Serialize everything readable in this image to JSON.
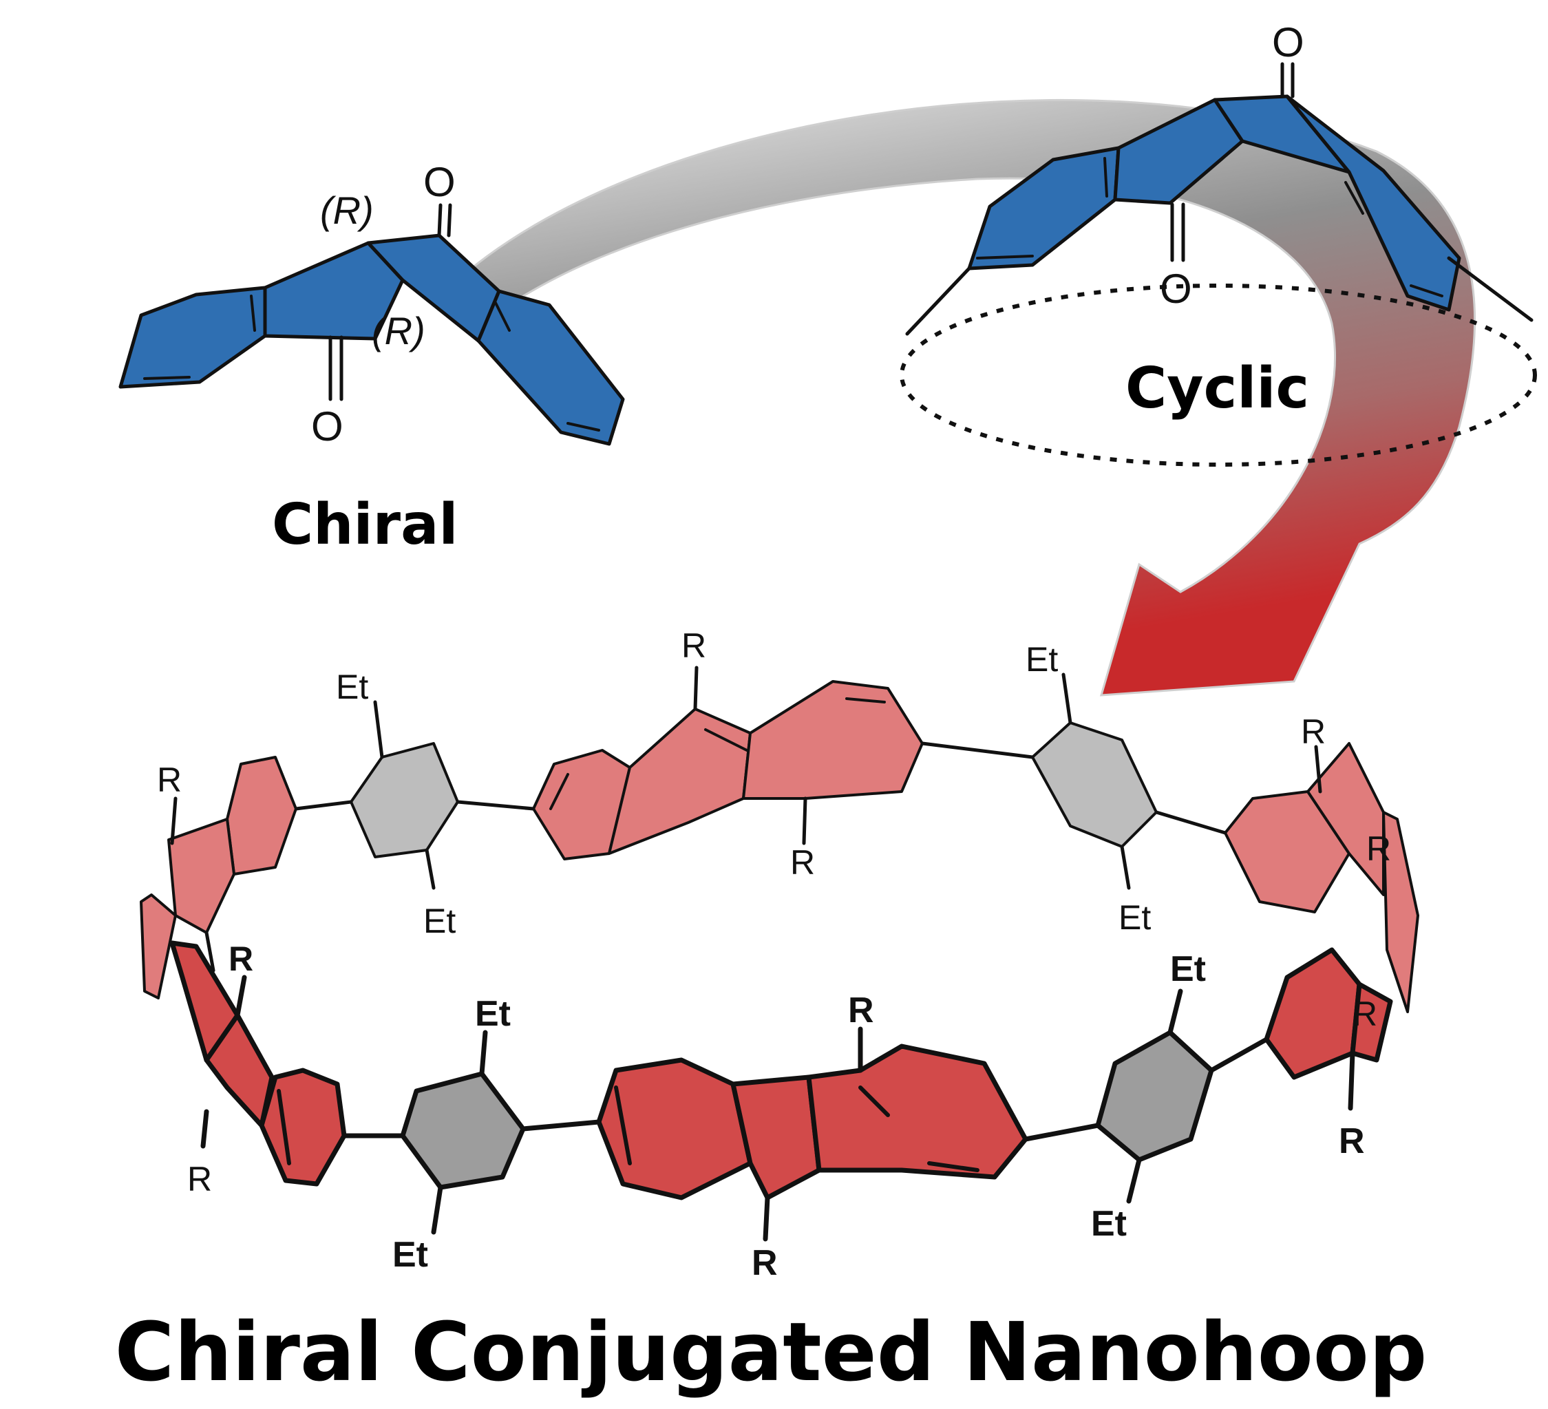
{
  "labels": {
    "chiral": "Chiral",
    "cyclic": "Cyclic",
    "title": "Chiral Conjugated Nanohoop",
    "stereo_1": "(R)",
    "stereo_2": "(R)",
    "oxygen": "O",
    "r_group": "R",
    "ethyl": "Et"
  },
  "colors": {
    "monomer_blue": "#2f6fb2",
    "hoop_red_light": "#e07c7c",
    "hoop_red_dark": "#d24a4a",
    "spacer_grey": "#bdbdbd",
    "arrow_grey": "#8c8c8c",
    "arrow_red": "#c62d2d"
  }
}
